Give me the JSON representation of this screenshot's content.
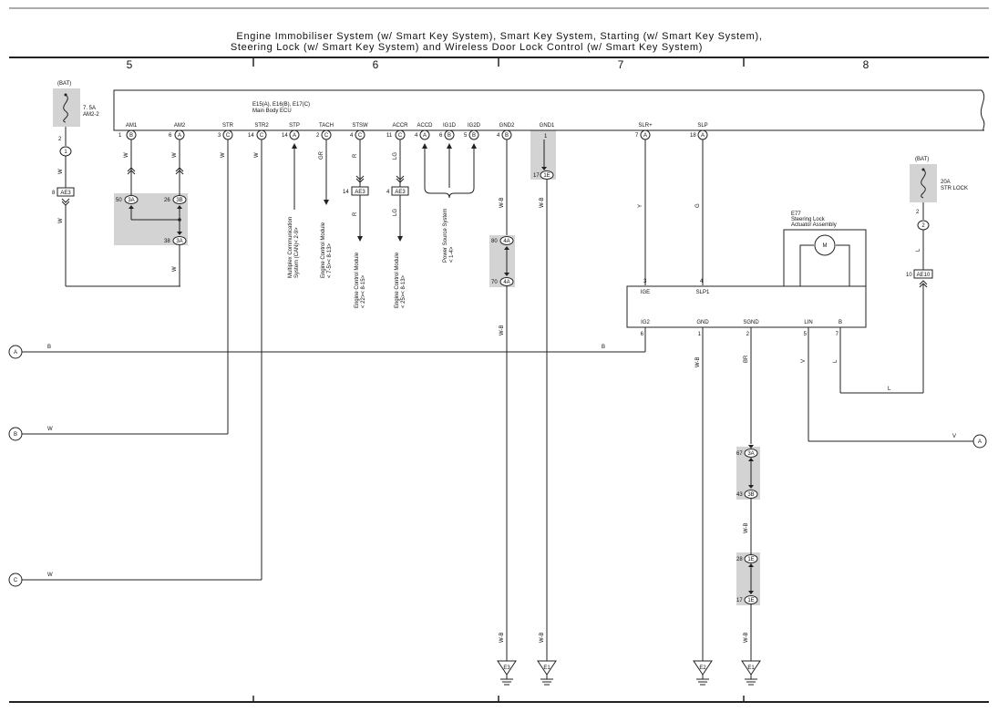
{
  "title": {
    "line1": "Engine Immobiliser System (w/ Smart Key System),  Smart Key System,  Starting (w/ Smart Key System),",
    "line2": "Steering Lock (w/ Smart Key System) and Wireless Door Lock Control (w/ Smart Key System)"
  },
  "columns": [
    "5",
    "6",
    "7",
    "8"
  ],
  "fuses": {
    "am2": {
      "source": "(BAT)",
      "rating": "7. 5A",
      "name": "AM2-2",
      "pin": "2",
      "connector": "1"
    },
    "str_lock": {
      "source": "(BAT)",
      "rating": "20A",
      "name": "STR LOCK",
      "pin": "2",
      "connector": "2"
    }
  },
  "ecu": {
    "connectors": "E15(A), E16(B), E17(C)",
    "name": "Main Body ECU",
    "terminals": [
      {
        "name": "AM1",
        "pin": "1",
        "conn": "B"
      },
      {
        "name": "AM2",
        "pin": "6",
        "conn": "A"
      },
      {
        "name": "STR",
        "pin": "3",
        "conn": "C"
      },
      {
        "name": "STR2",
        "pin": "14",
        "conn": "C"
      },
      {
        "name": "STP",
        "pin": "14",
        "conn": "A"
      },
      {
        "name": "TACH",
        "pin": "2",
        "conn": "C"
      },
      {
        "name": "STSW",
        "pin": "4",
        "conn": "C"
      },
      {
        "name": "ACCR",
        "pin": "11",
        "conn": "C"
      },
      {
        "name": "ACCD",
        "pin": "4",
        "conn": "A"
      },
      {
        "name": "IG1D",
        "pin": "6",
        "conn": "B"
      },
      {
        "name": "IG2D",
        "pin": "5",
        "conn": "B"
      },
      {
        "name": "GND2",
        "pin": "4",
        "conn": "B"
      },
      {
        "name": "GND1",
        "pin": "1",
        "conn": ""
      },
      {
        "name": "SLR+",
        "pin": "7",
        "conn": "A"
      },
      {
        "name": "SLP",
        "pin": "18",
        "conn": "A"
      }
    ]
  },
  "junctions": {
    "ae3_left": "AE3",
    "ae3_left_pin": "8",
    "ae3_stsw": "AE3",
    "ae3_stsw_pin": "14",
    "ae3_accr": "AE3",
    "ae3_accr_pin": "4",
    "ae10": "AE10",
    "ae10_pin": "10",
    "j3a_50": "3A",
    "j3a_50_pin": "50",
    "j3b_26": "3B",
    "j3b_26_pin": "26",
    "j3a_38": "3A",
    "j3a_38_pin": "38",
    "j1e_17_top": "1E",
    "j1e_17_top_pin": "17",
    "j4a_80": "4A",
    "j4a_80_pin": "80",
    "j4a_70": "4A",
    "j4a_70_pin": "70",
    "j3a_67": "3A",
    "j3a_67_pin": "67",
    "j3b_43": "3B",
    "j3b_43_pin": "43",
    "j1e_28": "1E",
    "j1e_28_pin": "28",
    "j1e_17_bot": "1E",
    "j1e_17_bot_pin": "17"
  },
  "modules": {
    "multiplex": {
      "l1": "Multiplex Communication",
      "l2": "System (CAN)< 2-9>"
    },
    "ecm_tach": {
      "l1": "Engine Control Module",
      "l2": "< 7-5>< 8-13>"
    },
    "ecm_stsw": {
      "l1": "Engine Control Module",
      "l2": "< 22>< 8-15>"
    },
    "ecm_accr": {
      "l1": "Engine Control Module",
      "l2": "< 25>< 8-13>"
    },
    "power_source": {
      "l1": "Power Source System",
      "l2": "< 1-4>"
    }
  },
  "actuator": {
    "code": "E77",
    "name1": "Steering Lock",
    "name2": "Actuator Assembly",
    "motor": "M",
    "pins_top": [
      {
        "pin": "3",
        "name": "IGE"
      },
      {
        "pin": "4",
        "name": "SLP1"
      }
    ],
    "pins_bottom": [
      {
        "pin": "6",
        "name": "IG2"
      },
      {
        "pin": "1",
        "name": "GND"
      },
      {
        "pin": "2",
        "name": "SGND"
      },
      {
        "pin": "5",
        "name": "LIN"
      },
      {
        "pin": "7",
        "name": "B"
      }
    ]
  },
  "wire_colors": {
    "am2_top": "W",
    "am2_bot": "W",
    "am1": "W",
    "am2": "W",
    "str": "W",
    "str2": "W",
    "tach": "GR",
    "stsw_top": "R",
    "stsw_bot": "R",
    "accr_top": "LG",
    "accr_bot": "LG",
    "gnd2_top": "W-B",
    "gnd2_mid": "W-B",
    "gnd2_bot": "W-B",
    "gnd1_top": "W-B",
    "gnd1_bot": "W-B",
    "slr": "Y",
    "slp": "G",
    "j3ab_out": "W",
    "str_lock": "L",
    "ig2_a": "B",
    "ig2_b": "B",
    "wire_b": "W",
    "wire_c": "W",
    "gnd": "W-B",
    "sgnd_top": "BR",
    "sgnd_mid": "W-B",
    "sgnd_bot": "W-B",
    "lin": "V",
    "lin_h": "V",
    "b_v": "L",
    "b_h": "L"
  },
  "off_page": {
    "a": "A",
    "b": "B",
    "c": "C",
    "a_right": "A"
  },
  "grounds": [
    "E3",
    "E1",
    "E2",
    "E1"
  ]
}
